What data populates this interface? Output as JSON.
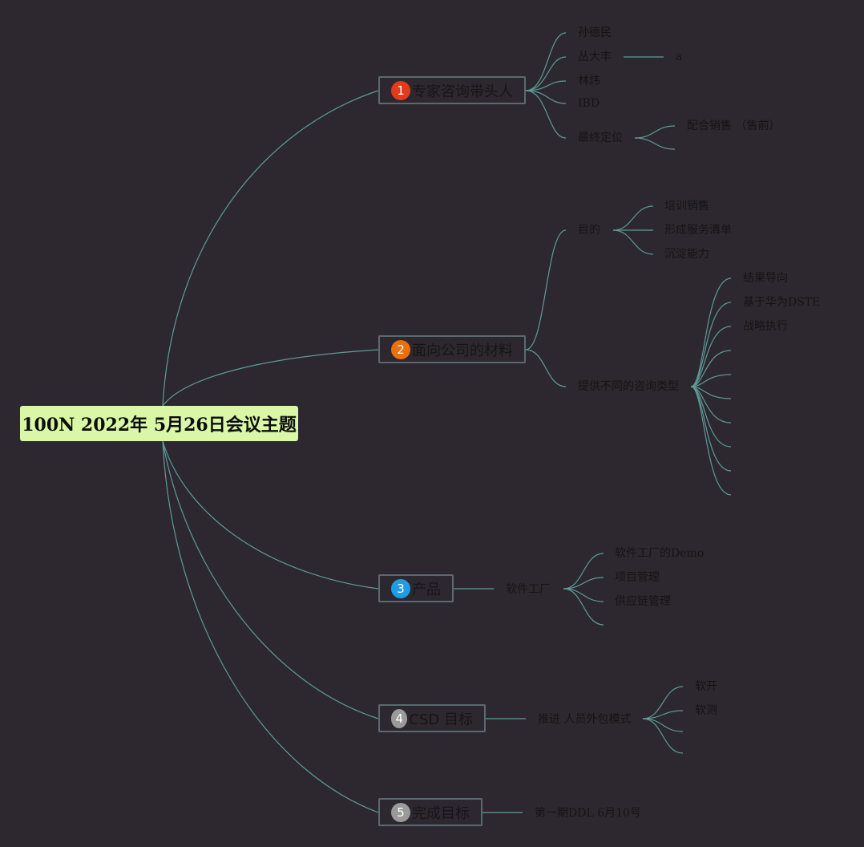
{
  "root": {
    "title": "100N 2022年 5月26日会议主题",
    "bg": "#d9f7a6"
  },
  "line_color": "#5e9a96",
  "branches": [
    {
      "number": "1",
      "badge_color": "#e23a1b",
      "label": "专家咨询带头人",
      "children": {
        "c1": "孙德民",
        "c2": "丛大丰",
        "c2_sub": "a",
        "c3": "林炜",
        "c4": "IBD",
        "c5": "最终定位",
        "c5_sub1": "配合销售 （售前）",
        "c5_sub2": ""
      }
    },
    {
      "number": "2",
      "badge_color": "#e8700f",
      "label": "面向公司的材料",
      "children": {
        "purpose": "目的",
        "purpose_items": [
          "培训销售",
          "形成服务清单",
          "沉淀能力"
        ],
        "types": "提供不同的咨询类型",
        "types_items": [
          "结果导向",
          "基于华为DSTE",
          "战略执行",
          "",
          "",
          "",
          "",
          "",
          "",
          ""
        ]
      }
    },
    {
      "number": "3",
      "badge_color": "#1e9ee0",
      "label": "产品",
      "children": {
        "factory": "软件工厂",
        "factory_items": [
          "软件工厂的Demo",
          "项目管理",
          "供应链管理",
          ""
        ]
      }
    },
    {
      "number": "4",
      "badge_color": "#9a9a9a",
      "label": "CSD 目标",
      "children": {
        "promote": "推进 人员外包模式",
        "promote_items": [
          "软开",
          "软测",
          "",
          ""
        ]
      }
    },
    {
      "number": "5",
      "badge_color": "#9a9a9a",
      "label": "完成目标",
      "children": {
        "phase": "第一期DDL 6月10号"
      }
    }
  ]
}
